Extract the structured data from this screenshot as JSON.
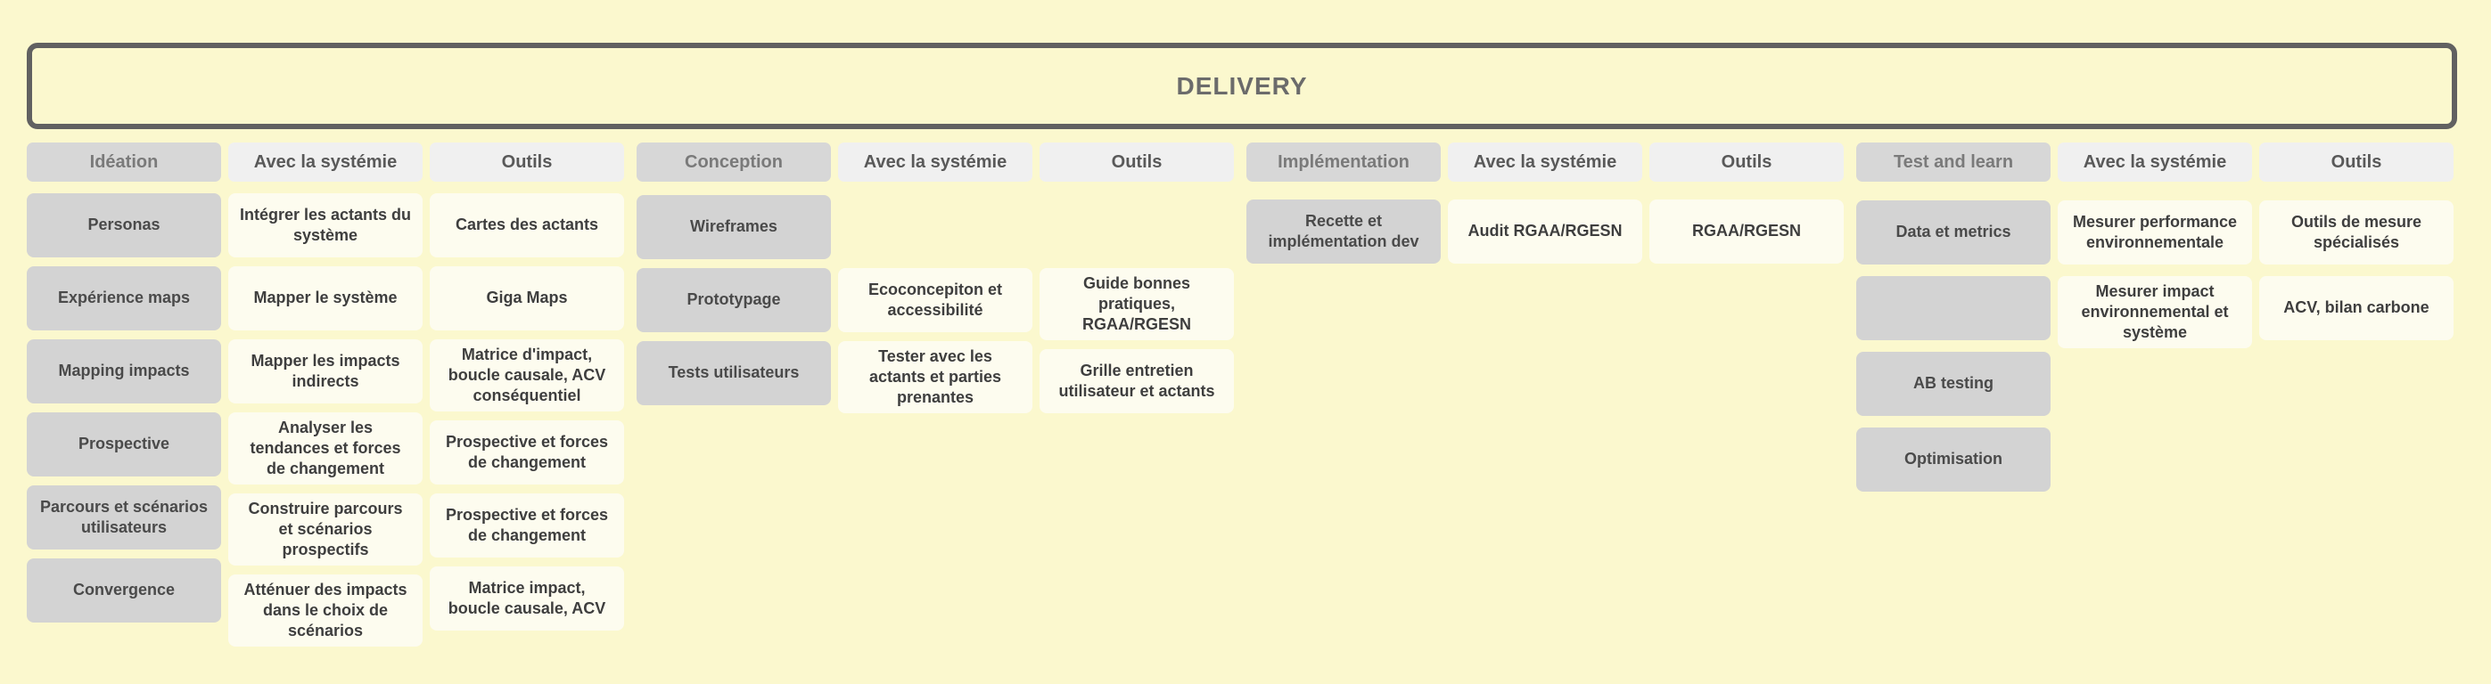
{
  "title": "DELIVERY",
  "colors": {
    "background": "#FBF8CE",
    "frame_border": "#616161",
    "phase_card_gray": "#D3D3D3",
    "header_gray": "#D7D7D7",
    "header_light": "#F0F0F0",
    "note_card_cream": "#FDFCEF",
    "text_dark": "#3E3E3E",
    "text_muted": "#6B6B6B"
  },
  "groups": [
    {
      "name": "Idéation",
      "headers": [
        "Idéation",
        "Avec la systémie",
        "Outils"
      ],
      "rows": [
        [
          "Personas",
          "Intégrer les actants du système",
          "Cartes des actants"
        ],
        [
          "Expérience maps",
          "Mapper le système",
          "Giga Maps"
        ],
        [
          "Mapping impacts",
          "Mapper les impacts indirects",
          "Matrice d'impact, boucle causale, ACV conséquentiel"
        ],
        [
          "Prospective",
          "Analyser les tendances et forces de changement",
          "Prospective et forces de changement"
        ],
        [
          "Parcours et scénarios utilisateurs",
          "Construire parcours et scénarios prospectifs",
          "Prospective et forces de changement"
        ],
        [
          "Convergence",
          "Atténuer des impacts dans le choix de scénarios",
          "Matrice impact, boucle causale, ACV"
        ]
      ]
    },
    {
      "name": "Conception",
      "headers": [
        "Conception",
        "Avec la systémie",
        "Outils"
      ],
      "rows": [
        [
          "Wireframes",
          "",
          ""
        ],
        [
          "Prototypage",
          "Ecoconcepiton et accessibilité",
          "Guide bonnes pratiques, RGAA/RGESN"
        ],
        [
          "Tests utilisateurs",
          "Tester avec les actants et parties prenantes",
          "Grille entretien utilisateur et actants"
        ]
      ]
    },
    {
      "name": "Implémentation",
      "headers": [
        "Implémentation",
        "Avec la systémie",
        "Outils"
      ],
      "rows": [
        [
          "Recette et implémentation dev",
          "Audit RGAA/RGESN",
          "RGAA/RGESN"
        ]
      ]
    },
    {
      "name": "Test and learn",
      "headers": [
        "Test and learn",
        "Avec la systémie",
        "Outils"
      ],
      "rows": [
        [
          "Data et metrics",
          "Mesurer performance environnementale",
          "Outils de mesure spécialisés"
        ],
        [
          "",
          "Mesurer impact environnemental et système",
          "ACV, bilan carbone"
        ],
        [
          "AB testing",
          "",
          ""
        ],
        [
          "Optimisation",
          "",
          ""
        ]
      ]
    }
  ]
}
